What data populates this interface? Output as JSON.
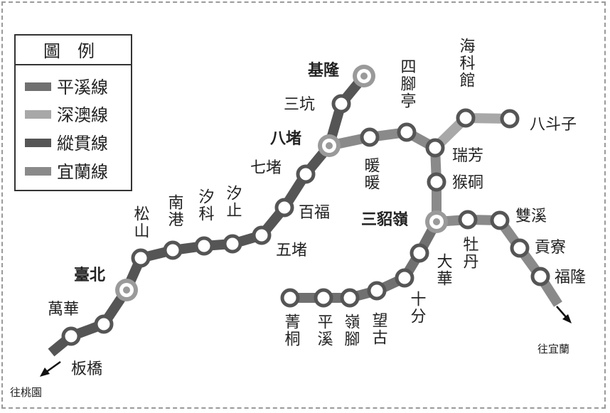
{
  "colors": {
    "pingxi": "#707070",
    "shenao": "#a8a8a8",
    "zongguan": "#555555",
    "yilan": "#8a8a8a",
    "station_ring": "#555555",
    "major_ring": "#a0a0a0"
  },
  "legend": {
    "title": "圖　例",
    "items": [
      {
        "label": "平溪線"
      },
      {
        "label": "深澳線"
      },
      {
        "label": "縱貫線"
      },
      {
        "label": "宜蘭線"
      }
    ]
  },
  "directions": {
    "taoyuan": "往桃園",
    "yilan": "往宜蘭"
  },
  "stations": {
    "keelung": "基隆",
    "sankeng": "三坑",
    "badu": "八堵",
    "qidu": "七堵",
    "baifu": "百福",
    "wudu": "五堵",
    "xizhi": "汐止",
    "xike": "汐科",
    "nangang": "南港",
    "songshan": "松山",
    "taipei": "臺北",
    "wanhua": "萬華",
    "banqiao": "板橋",
    "nuannuan": "暖暖",
    "sijiaoting": "四腳亭",
    "ruifang": "瑞芳",
    "haikeguan": "海科館",
    "badouzi": "八斗子",
    "houtong": "猴硐",
    "sandiaoling": "三貂嶺",
    "mudan": "牡丹",
    "shuangxi": "雙溪",
    "gongliao": "貢寮",
    "fulong": "福隆",
    "dahua": "大華",
    "shifen": "十分",
    "wanggu": "望古",
    "lingjiao": "嶺腳",
    "pingxi": "平溪",
    "jingtong": "菁桐"
  }
}
